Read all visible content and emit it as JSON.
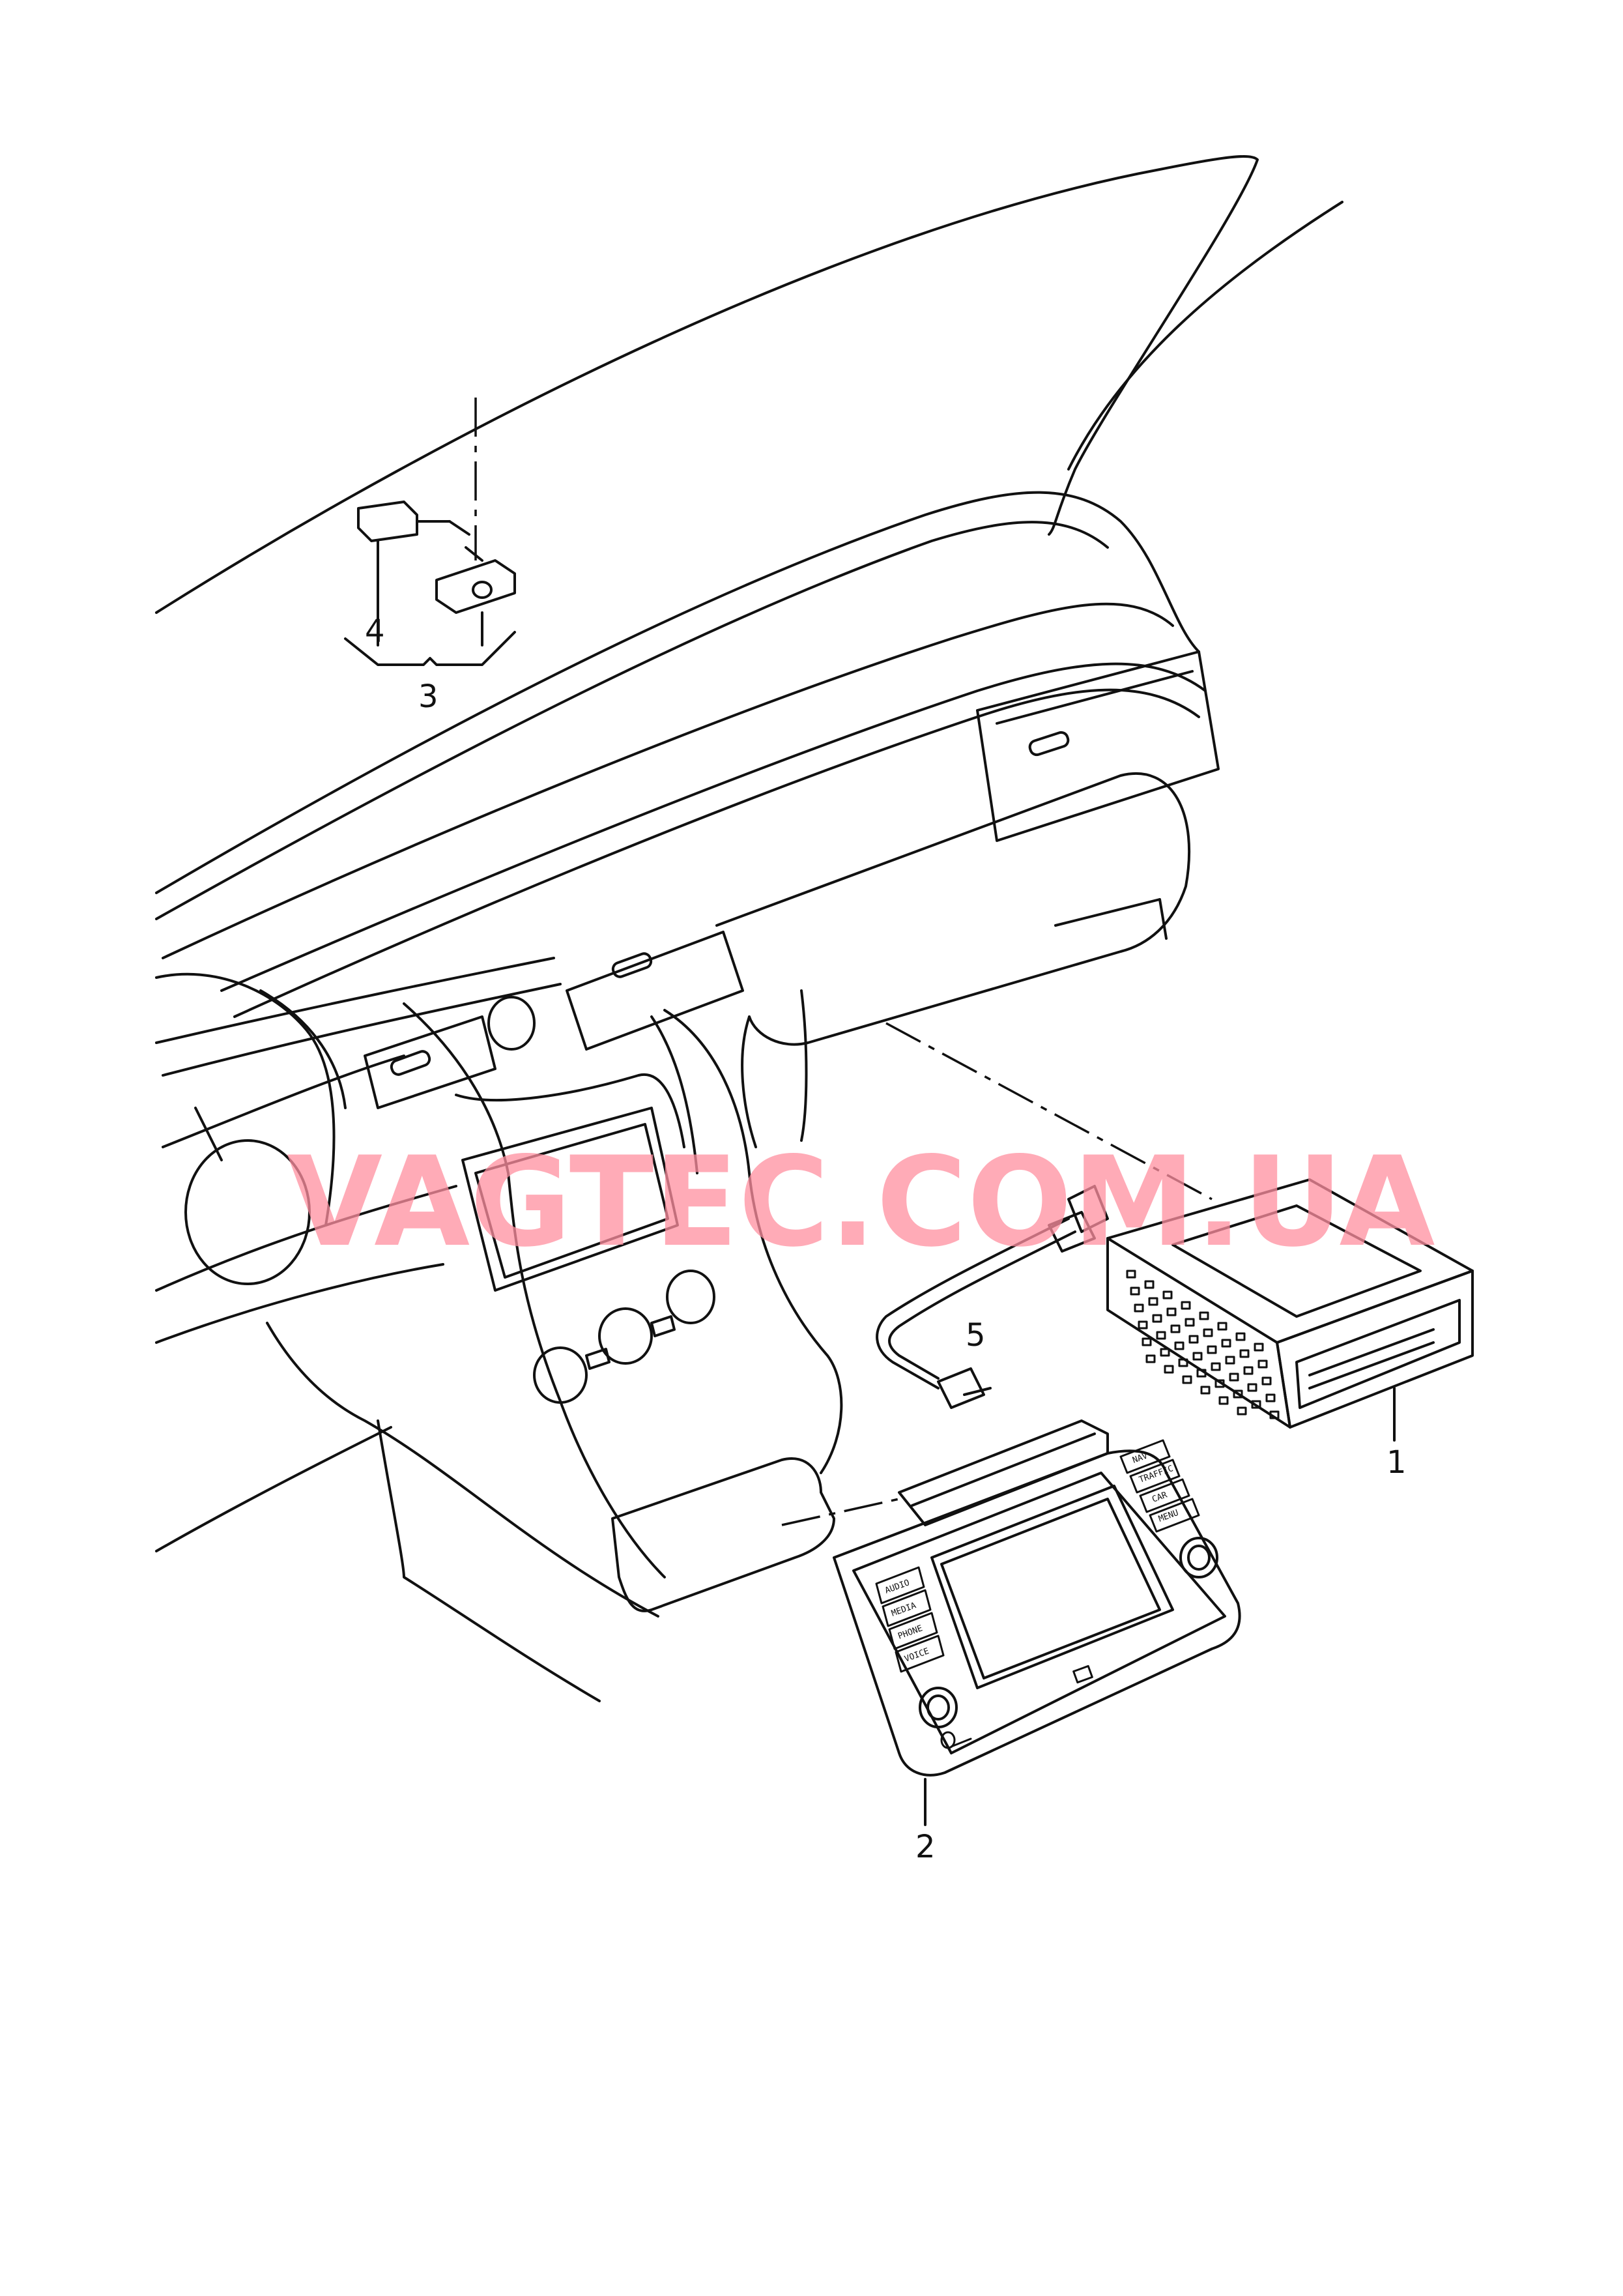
{
  "diagram": {
    "watermark": "VAGTEC.COM.UA",
    "callouts": [
      {
        "id": "1",
        "label": "1"
      },
      {
        "id": "2",
        "label": "2"
      },
      {
        "id": "3",
        "label": "3"
      },
      {
        "id": "4",
        "label": "4"
      },
      {
        "id": "5",
        "label": "5"
      }
    ],
    "radio_buttons": {
      "left": [
        "AUDIO",
        "MEDIA",
        "PHONE",
        "VOICE"
      ],
      "right": [
        "NAV",
        "TRAFFIC",
        "CAR",
        "MENU"
      ]
    }
  }
}
